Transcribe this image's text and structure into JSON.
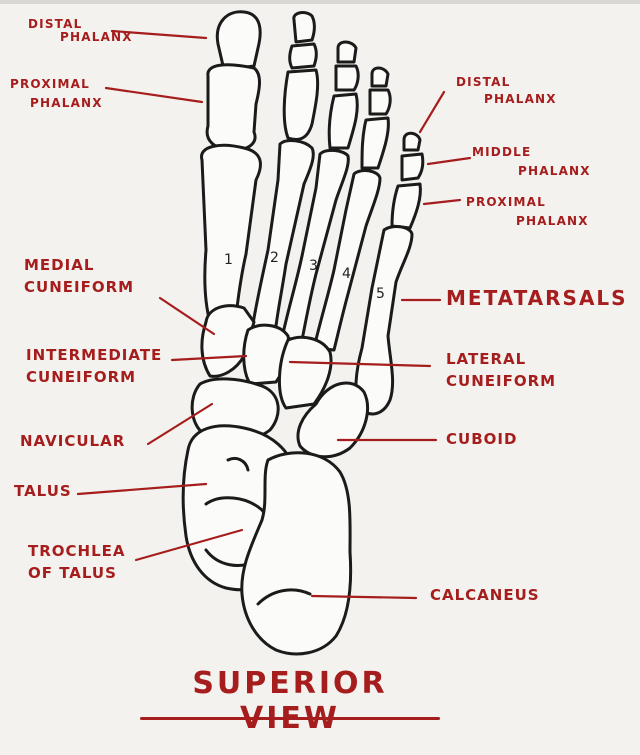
{
  "title": "SUPERIOR VIEW",
  "metatarsal_numbers": [
    "1",
    "2",
    "3",
    "4",
    "5"
  ],
  "labels": {
    "distal_phalanx_left": [
      "DISTAL",
      "PHALANX"
    ],
    "proximal_phalanx_left": [
      "PROXIMAL",
      "PHALANX"
    ],
    "distal_phalanx_right": [
      "DISTAL",
      "PHALANX"
    ],
    "middle_phalanx": [
      "MIDDLE",
      "PHALANX"
    ],
    "proximal_phalanx_right": [
      "PROXIMAL",
      "PHALANX"
    ],
    "medial_cuneiform": [
      "MEDIAL",
      "CUNEIFORM"
    ],
    "metatarsals": [
      "METATARSALS"
    ],
    "intermediate_cuneiform": [
      "INTERMEDIATE",
      "CUNEIFORM"
    ],
    "lateral_cuneiform": [
      "LATERAL",
      "CUNEIFORM"
    ],
    "navicular": [
      "NAVICULAR"
    ],
    "cuboid": [
      "CUBOID"
    ],
    "talus": [
      "TALUS"
    ],
    "trochlea_of_talus": [
      "TROCHLEA",
      "OF TALUS"
    ],
    "calcaneus": [
      "CALCANEUS"
    ]
  },
  "colors": {
    "ink": "#a51d1d",
    "bone_outline": "#1b1b1b",
    "bone_fill": "#fbfbf9",
    "background": "#f3f2ee"
  }
}
